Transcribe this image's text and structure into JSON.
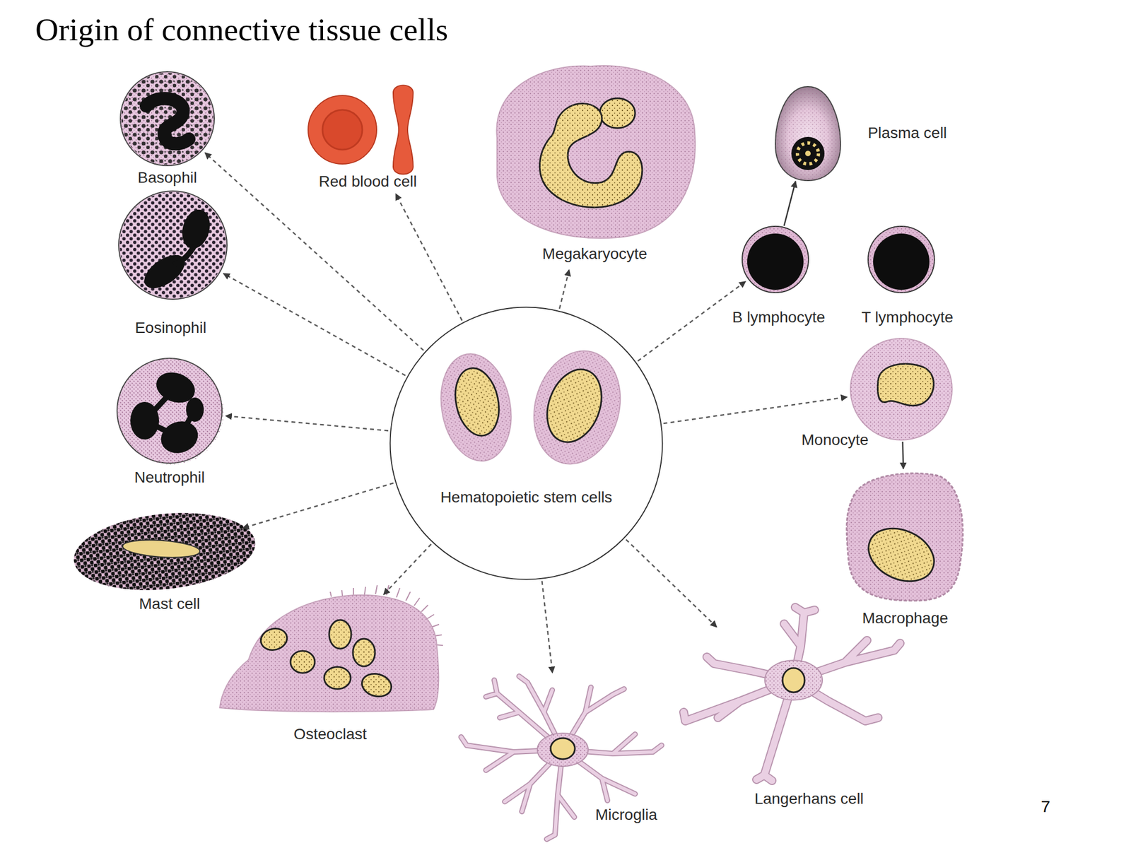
{
  "diagram": {
    "title": "Origin of connective tissue cells",
    "nodes": [
      {
        "text": [
          "Basophil"
        ]
      },
      {
        "text": [
          "Red blood cell"
        ]
      },
      {
        "text": [
          "Megakaryocyte"
        ]
      },
      {
        "text": [
          "Plasma cell"
        ]
      },
      {
        "text": [
          "Eosinophil"
        ]
      },
      {
        "text": [
          "B lymphocyte"
        ]
      },
      {
        "text": [
          "T lymphocyte"
        ]
      },
      {
        "text": [
          "Hematopoietic stem cells"
        ]
      },
      {
        "text": [
          "Neutrophil"
        ]
      },
      {
        "text": [
          "Monocyte"
        ]
      },
      {
        "text": [
          "Mast cell"
        ]
      },
      {
        "text": [
          "Macrophage"
        ]
      },
      {
        "text": [
          "Osteoclast"
        ]
      },
      {
        "text": [
          "Microglia"
        ]
      },
      {
        "text": [
          "Langerhans cell"
        ]
      }
    ],
    "edges": [
      {
        "from": 7,
        "to": 0,
        "arrow": "to"
      },
      {
        "from": 7,
        "to": 1,
        "arrow": "to"
      },
      {
        "from": 7,
        "to": 2,
        "arrow": "to"
      },
      {
        "from": 5,
        "to": 3,
        "arrow": "to"
      },
      {
        "from": 7,
        "to": 4,
        "arrow": "to"
      },
      {
        "from": 7,
        "to": 5,
        "arrow": "to"
      },
      {
        "from": 7,
        "to": 8,
        "arrow": "to"
      },
      {
        "from": 7,
        "to": 9,
        "arrow": "to"
      },
      {
        "from": 9,
        "to": 11,
        "arrow": "to"
      },
      {
        "from": 7,
        "to": 10,
        "arrow": "to"
      },
      {
        "from": 7,
        "to": 12,
        "arrow": "to"
      },
      {
        "from": 7,
        "to": 13,
        "arrow": "to"
      },
      {
        "from": 7,
        "to": 14,
        "arrow": "to"
      }
    ],
    "labels": [
      "7"
    ]
  }
}
